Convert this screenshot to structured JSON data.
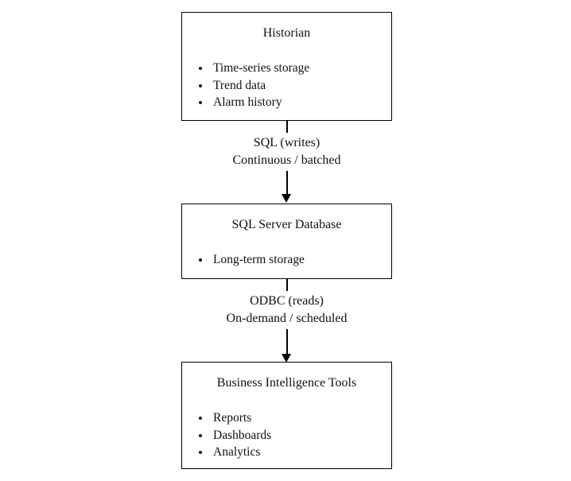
{
  "diagram": {
    "background_color": "#ffffff",
    "stroke_color": "#000000",
    "nodes": [
      {
        "title": "Historian",
        "bullets": [
          "Time-series storage",
          "Trend data",
          "Alarm history"
        ]
      },
      {
        "title": "SQL Server Database",
        "bullets": [
          "Long-term storage"
        ]
      },
      {
        "title": "Business Intelligence Tools",
        "bullets": [
          "Reports",
          "Dashboards",
          "Analytics"
        ]
      }
    ],
    "edges": [
      {
        "label_line1": "SQL (writes)",
        "label_line2": "Continuous / batched"
      },
      {
        "label_line1": "ODBC (reads)",
        "label_line2": "On-demand / scheduled"
      }
    ]
  }
}
